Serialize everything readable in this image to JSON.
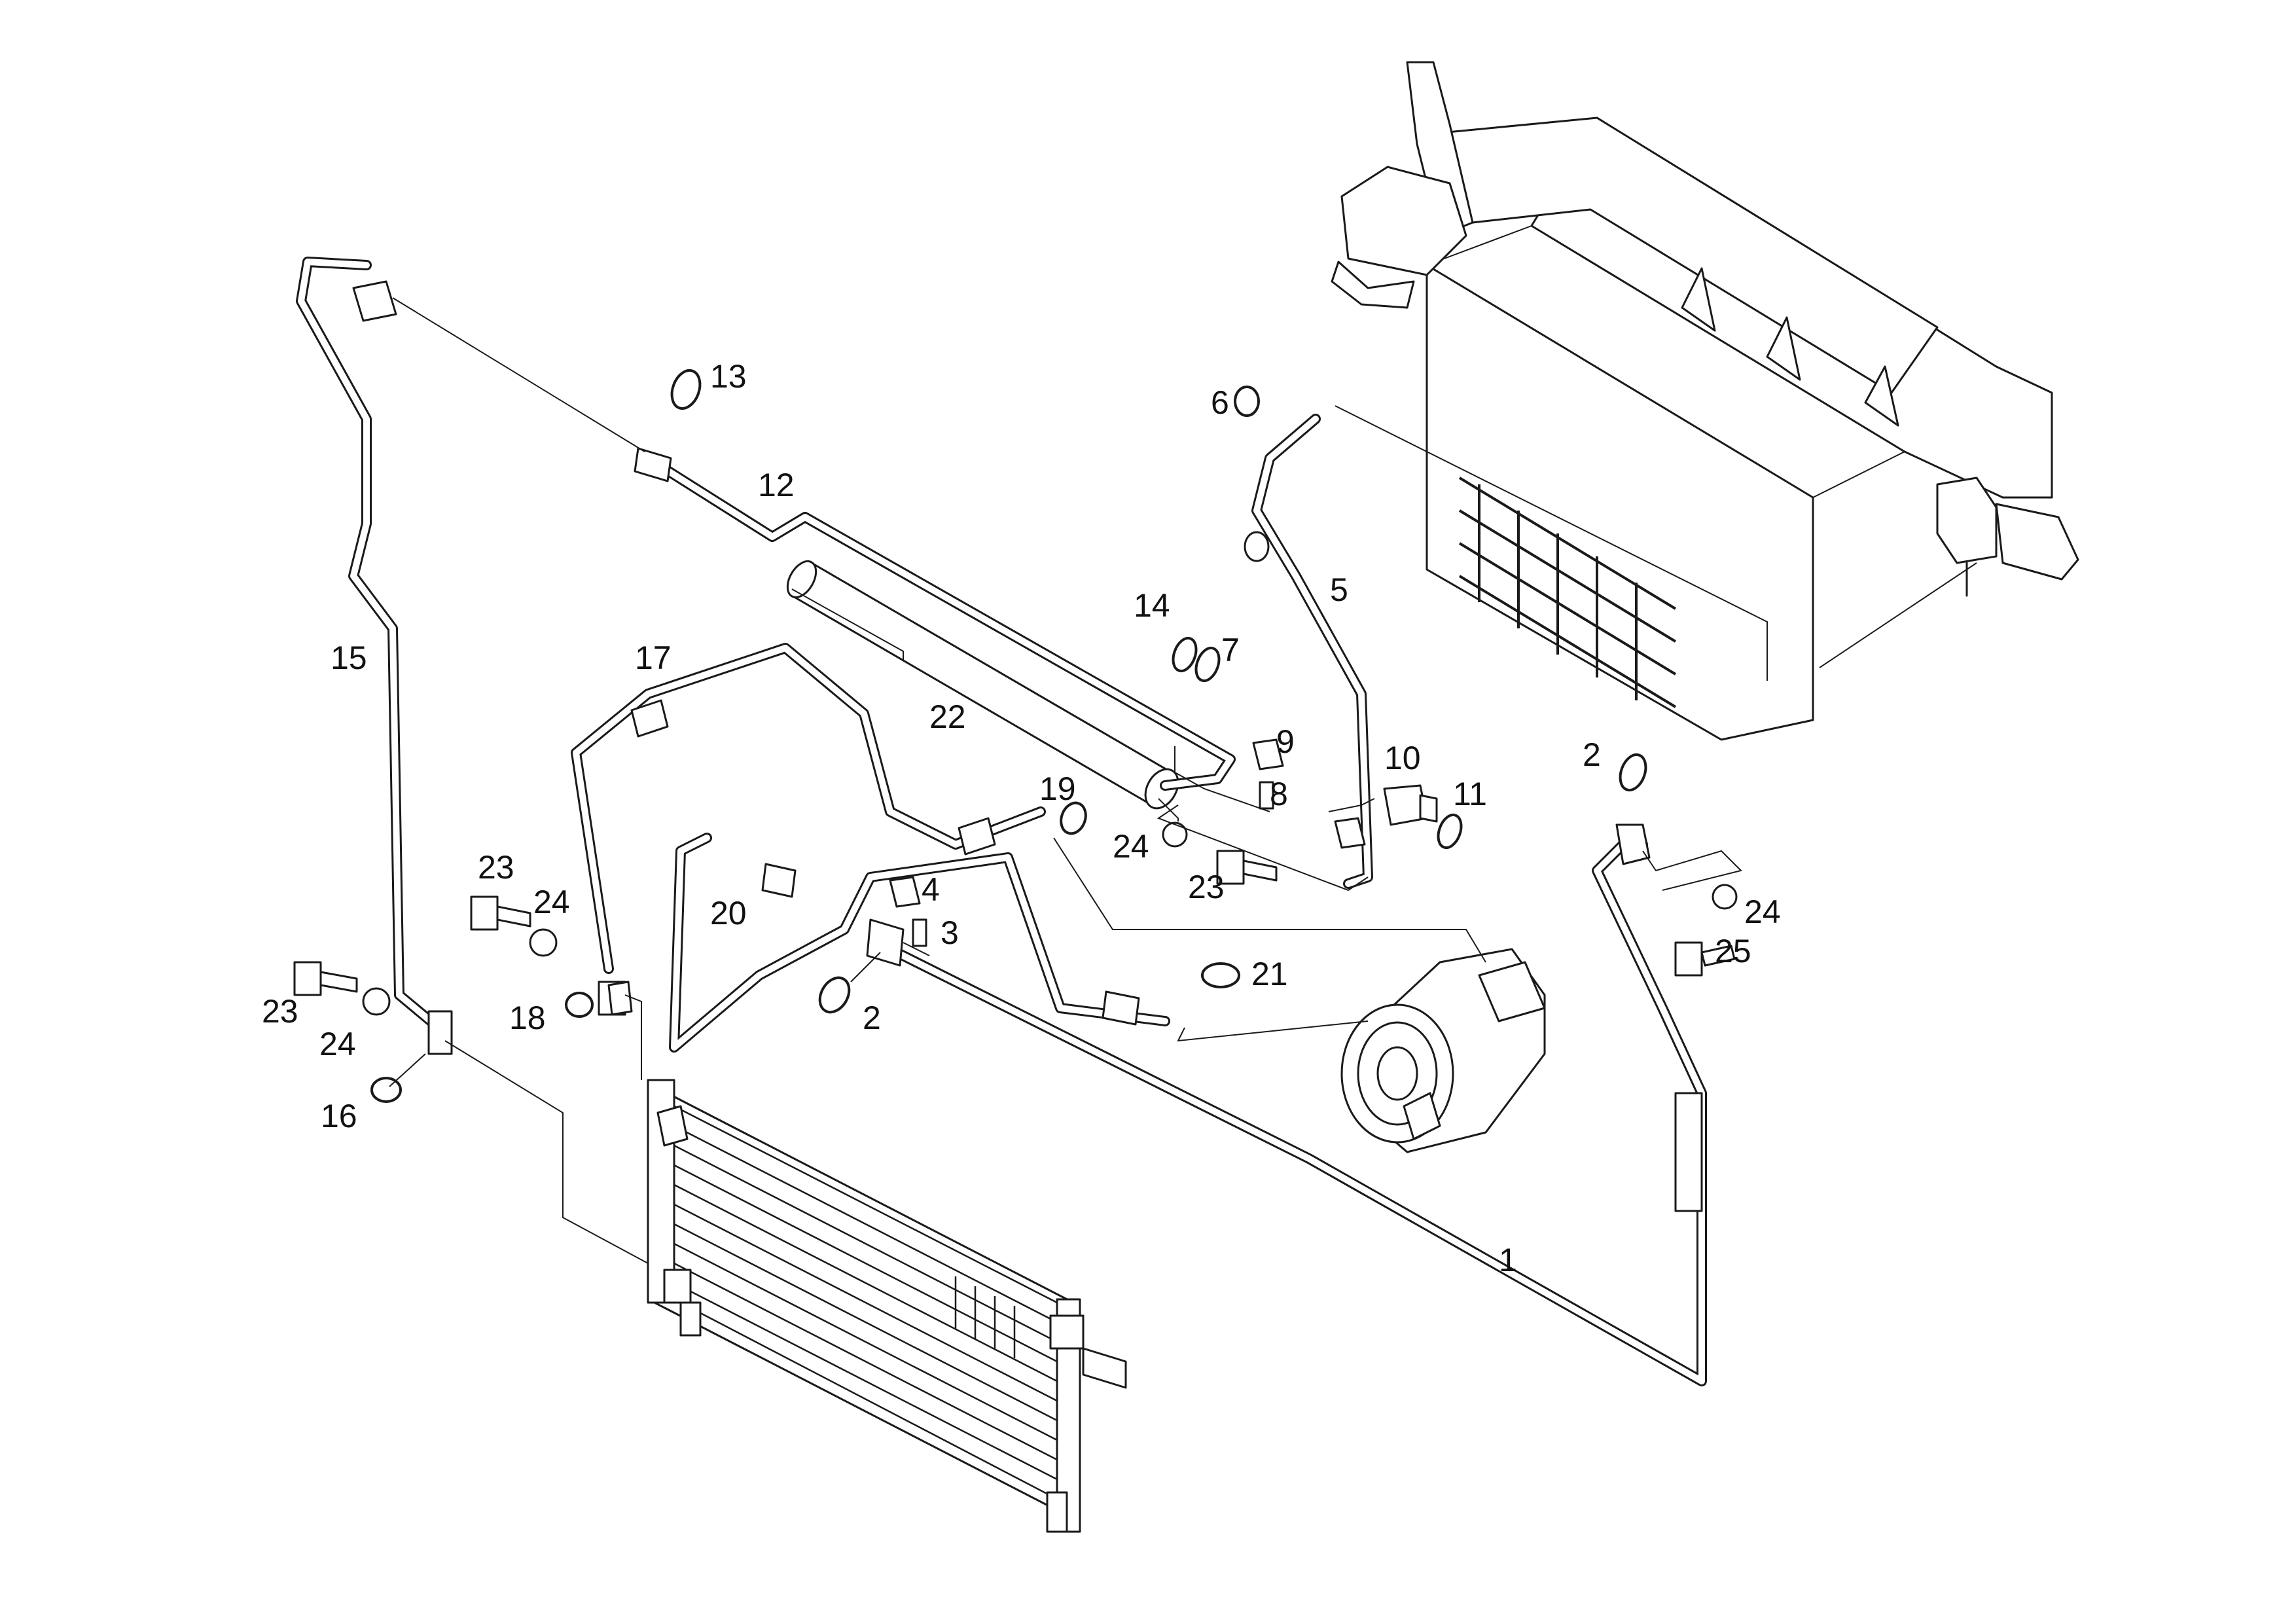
{
  "callouts": [
    {
      "id": "c1",
      "text": "1"
    },
    {
      "id": "c2a",
      "text": "2"
    },
    {
      "id": "c2b",
      "text": "2"
    },
    {
      "id": "c3",
      "text": "3"
    },
    {
      "id": "c4",
      "text": "4"
    },
    {
      "id": "c5",
      "text": "5"
    },
    {
      "id": "c6",
      "text": "6"
    },
    {
      "id": "c7",
      "text": "7"
    },
    {
      "id": "c8",
      "text": "8"
    },
    {
      "id": "c9",
      "text": "9"
    },
    {
      "id": "c10",
      "text": "10"
    },
    {
      "id": "c11",
      "text": "11"
    },
    {
      "id": "c12",
      "text": "12"
    },
    {
      "id": "c13",
      "text": "13"
    },
    {
      "id": "c14",
      "text": "14"
    },
    {
      "id": "c15",
      "text": "15"
    },
    {
      "id": "c16",
      "text": "16"
    },
    {
      "id": "c17",
      "text": "17"
    },
    {
      "id": "c18",
      "text": "18"
    },
    {
      "id": "c19",
      "text": "19"
    },
    {
      "id": "c20",
      "text": "20"
    },
    {
      "id": "c21",
      "text": "21"
    },
    {
      "id": "c22",
      "text": "22"
    },
    {
      "id": "c23a",
      "text": "23"
    },
    {
      "id": "c23b",
      "text": "23"
    },
    {
      "id": "c23c",
      "text": "23"
    },
    {
      "id": "c24a",
      "text": "24"
    },
    {
      "id": "c24b",
      "text": "24"
    },
    {
      "id": "c24c",
      "text": "24"
    },
    {
      "id": "c24d",
      "text": "24"
    },
    {
      "id": "c25",
      "text": "25"
    }
  ]
}
